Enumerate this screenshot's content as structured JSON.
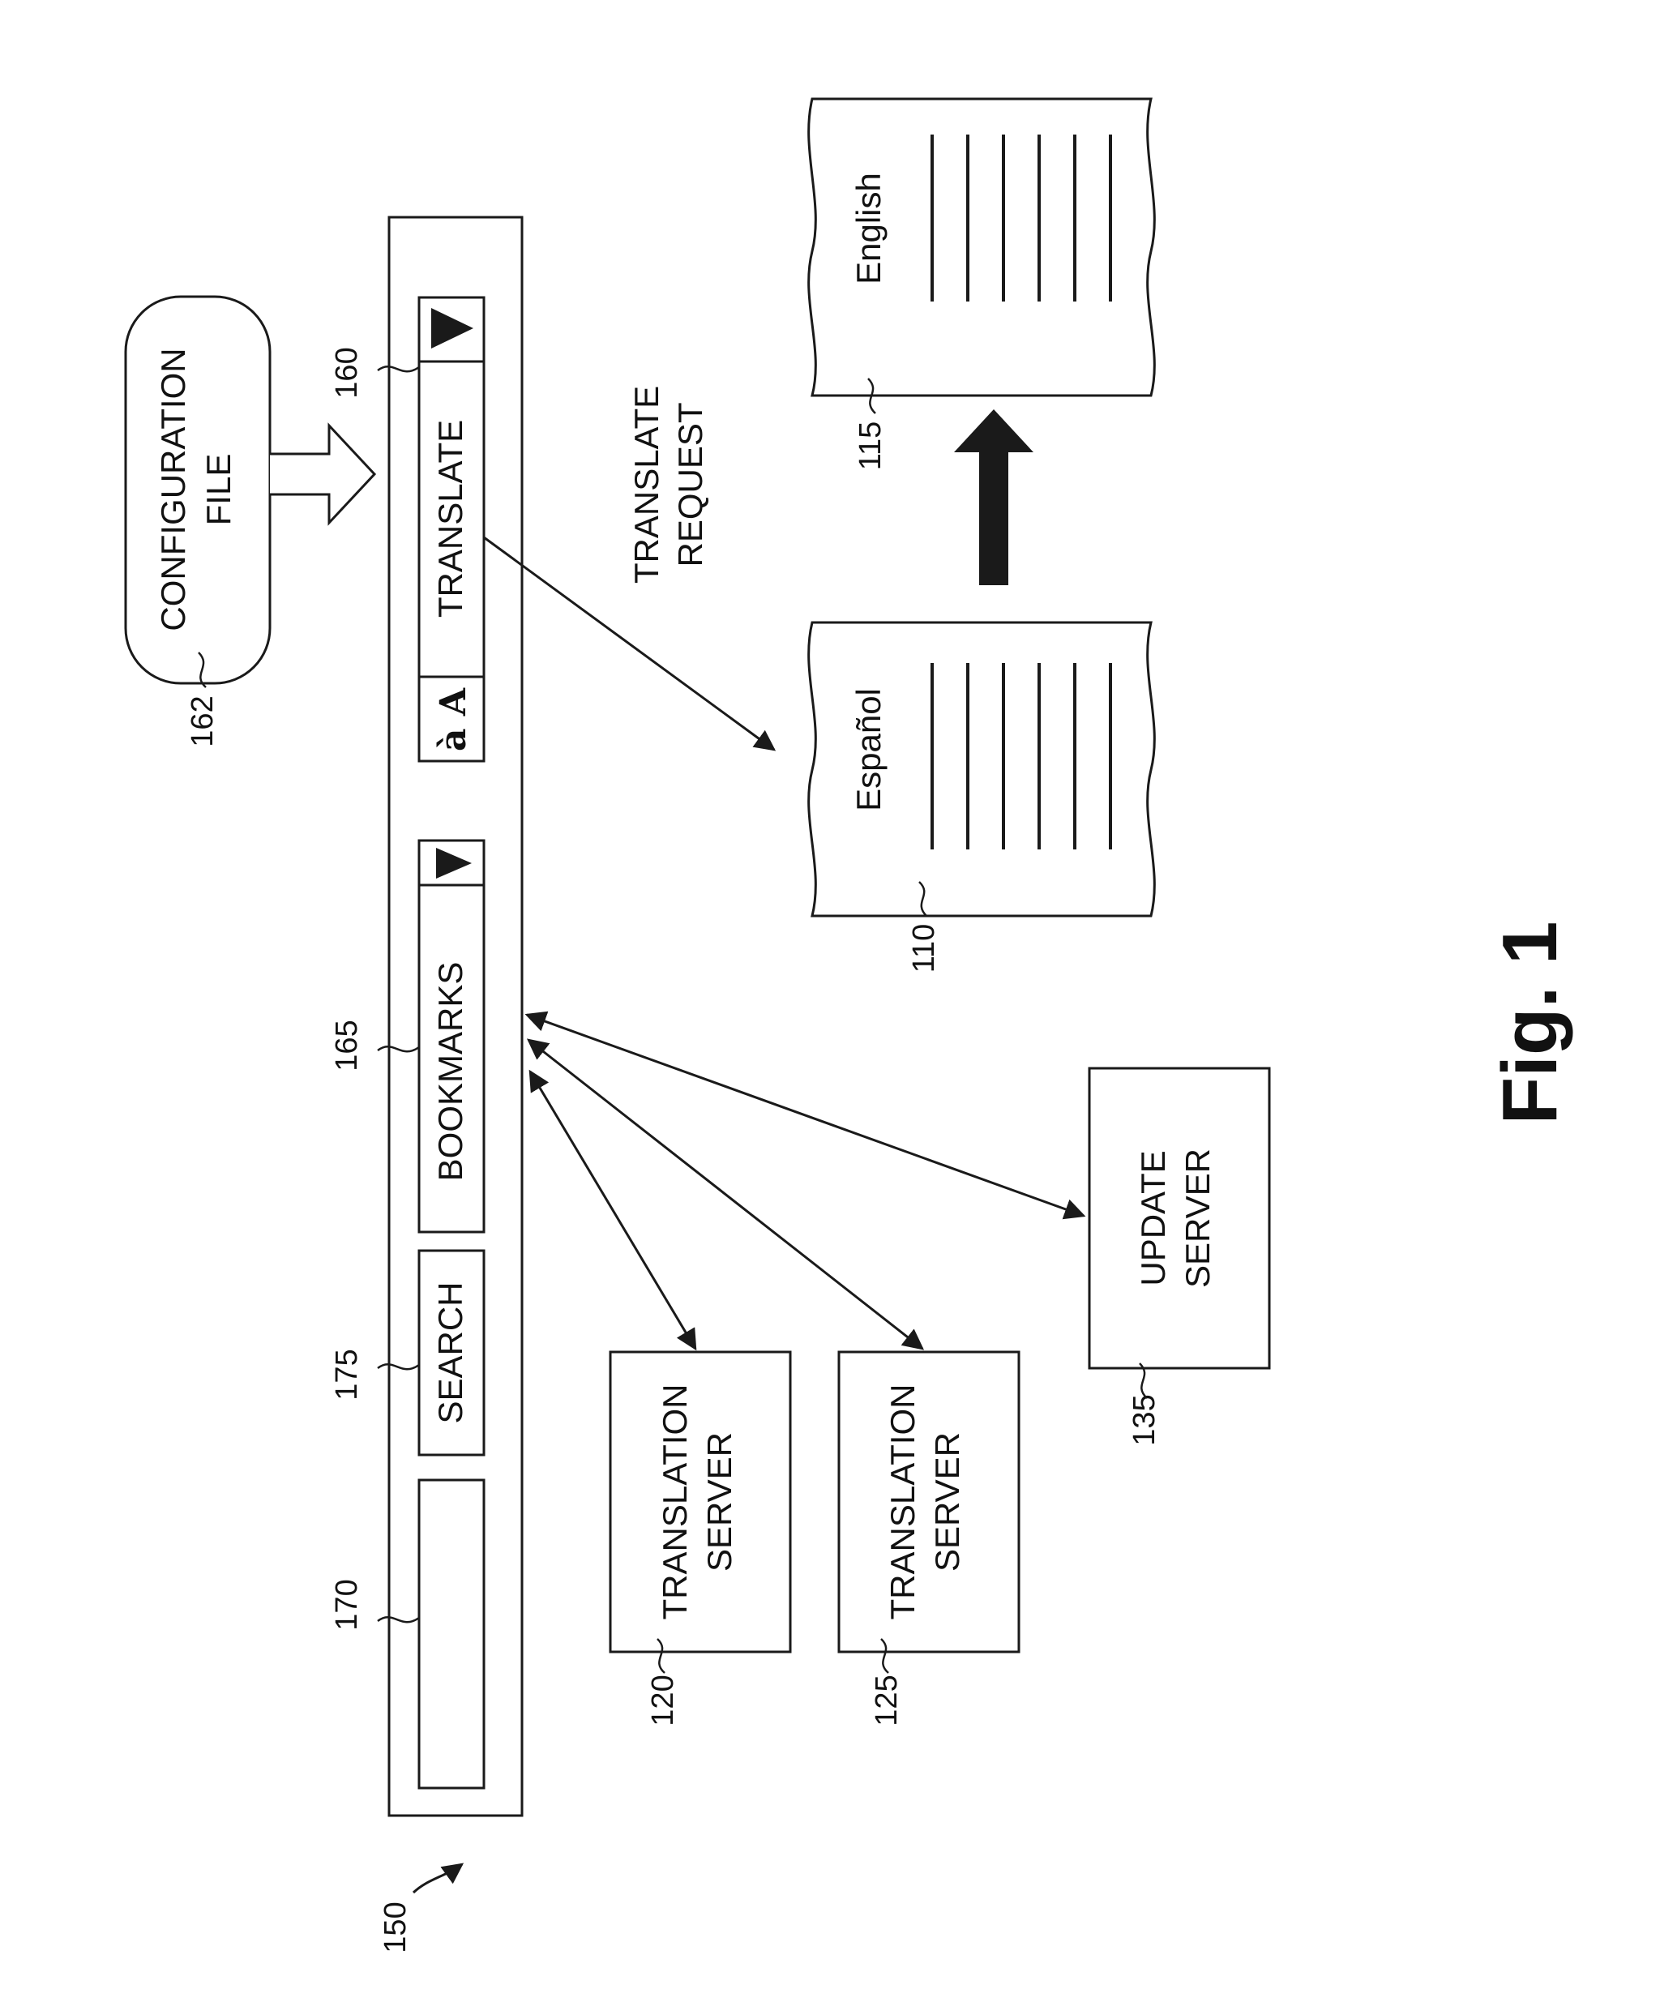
{
  "figure": {
    "caption": "Fig. 1",
    "toolbar": {
      "ref": "150",
      "blank_field_ref": "170",
      "search": {
        "label": "SEARCH",
        "ref": "175"
      },
      "bookmarks": {
        "label": "BOOKMARKS",
        "ref": "165"
      },
      "translate": {
        "label": "TRANSLATE",
        "ref": "160",
        "icon_text": "à A"
      }
    },
    "config_file": {
      "line1": "CONFIGURATION",
      "line2": "FILE",
      "ref": "162"
    },
    "translate_request": {
      "line1": "TRANSLATE",
      "line2": "REQUEST"
    },
    "doc_spanish": {
      "label": "Español",
      "ref": "110"
    },
    "doc_english": {
      "label": "English",
      "ref": "115"
    },
    "translation_server_1": {
      "line1": "TRANSLATION",
      "line2": "SERVER",
      "ref": "120"
    },
    "translation_server_2": {
      "line1": "TRANSLATION",
      "line2": "SERVER",
      "ref": "125"
    },
    "update_server": {
      "line1": "UPDATE",
      "line2": "SERVER",
      "ref": "135"
    }
  }
}
